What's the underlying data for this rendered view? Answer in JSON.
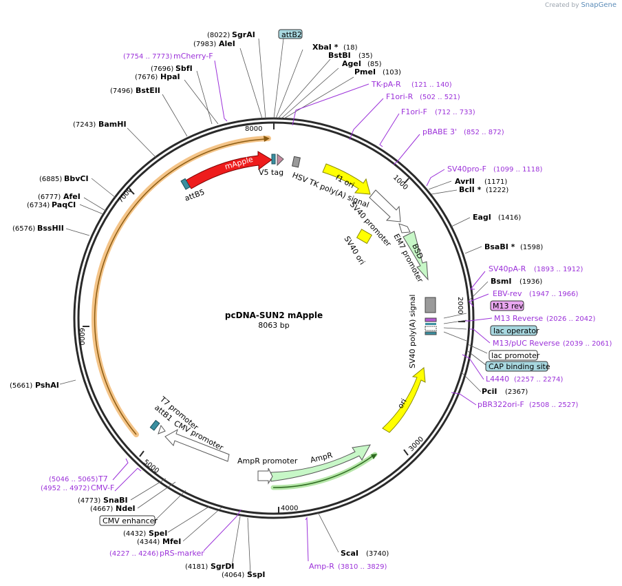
{
  "brand": {
    "prefix": "Created by",
    "name": "SnapGene"
  },
  "plasmid": {
    "name": "pcDNA-SUN2 mApple",
    "length": "8063 bp"
  },
  "ticks": [
    "1000",
    "2000",
    "3000",
    "4000",
    "5000",
    "6000",
    "7000",
    "8000"
  ],
  "sites": [
    {
      "id": "sgrai",
      "pos": "(8022)",
      "name": "SgrAI"
    },
    {
      "id": "alei",
      "pos": "(7983)",
      "name": "AleI"
    },
    {
      "id": "xbai",
      "pos": "(18)",
      "name": "XbaI *"
    },
    {
      "id": "bstbi",
      "pos": "(35)",
      "name": "BstBI"
    },
    {
      "id": "agei",
      "pos": "(85)",
      "name": "AgeI"
    },
    {
      "id": "pmei",
      "pos": "(103)",
      "name": "PmeI"
    },
    {
      "id": "sbfi",
      "pos": "(7696)",
      "name": "SbfI"
    },
    {
      "id": "hpai",
      "pos": "(7676)",
      "name": "HpaI"
    },
    {
      "id": "bsteii",
      "pos": "(7496)",
      "name": "BstEII"
    },
    {
      "id": "bamhi",
      "pos": "(7243)",
      "name": "BamHI"
    },
    {
      "id": "bbvci",
      "pos": "(6885)",
      "name": "BbvCI"
    },
    {
      "id": "afei",
      "pos": "(6777)",
      "name": "AfeI"
    },
    {
      "id": "paqci",
      "pos": "(6734)",
      "name": "PaqCI"
    },
    {
      "id": "bsshii",
      "pos": "(6576)",
      "name": "BssHII"
    },
    {
      "id": "pshai",
      "pos": "(5661)",
      "name": "PshAI"
    },
    {
      "id": "avrii",
      "pos": "(1171)",
      "name": "AvrII"
    },
    {
      "id": "bcli",
      "pos": "(1222)",
      "name": "BclI *"
    },
    {
      "id": "eagi",
      "pos": "(1416)",
      "name": "EagI"
    },
    {
      "id": "bsabi",
      "pos": "(1598)",
      "name": "BsaBI *"
    },
    {
      "id": "bsmi",
      "pos": "(1936)",
      "name": "BsmI"
    },
    {
      "id": "pcii",
      "pos": "(2367)",
      "name": "PciI"
    },
    {
      "id": "snabi",
      "pos": "(4773)",
      "name": "SnaBI"
    },
    {
      "id": "ndei",
      "pos": "(4667)",
      "name": "NdeI"
    },
    {
      "id": "spei",
      "pos": "(4432)",
      "name": "SpeI"
    },
    {
      "id": "mfei",
      "pos": "(4344)",
      "name": "MfeI"
    },
    {
      "id": "sgrdi",
      "pos": "(4181)",
      "name": "SgrDI"
    },
    {
      "id": "sspi",
      "pos": "(4064)",
      "name": "SspI"
    },
    {
      "id": "scai",
      "pos": "(3740)",
      "name": "ScaI"
    }
  ],
  "primers": [
    {
      "id": "mcherry-f",
      "pos": "(7754 .. 7773)",
      "name": "mCherry-F"
    },
    {
      "id": "tk-pa-r",
      "pos": "(121 .. 140)",
      "name": "TK-pA-R"
    },
    {
      "id": "f1ori-r",
      "pos": "(502 .. 521)",
      "name": "F1ori-R"
    },
    {
      "id": "f1ori-f",
      "pos": "(712 .. 733)",
      "name": "F1ori-F"
    },
    {
      "id": "pbabe3",
      "pos": "(852 .. 872)",
      "name": "pBABE 3'"
    },
    {
      "id": "sv40pro-f",
      "pos": "(1099 .. 1118)",
      "name": "SV40pro-F"
    },
    {
      "id": "sv40pa-r",
      "pos": "(1893 .. 1912)",
      "name": "SV40pA-R"
    },
    {
      "id": "ebv-rev",
      "pos": "(1947 .. 1966)",
      "name": "EBV-rev"
    },
    {
      "id": "m13-reverse",
      "pos": "(2026 .. 2042)",
      "name": "M13 Reverse"
    },
    {
      "id": "m13puc-reverse",
      "pos": "(2039 .. 2061)",
      "name": "M13/pUC Reverse"
    },
    {
      "id": "l4440",
      "pos": "(2257 .. 2274)",
      "name": "L4440"
    },
    {
      "id": "pbr322ori-f",
      "pos": "(2508 .. 2527)",
      "name": "pBR322ori-F"
    },
    {
      "id": "t7",
      "pos": "(5046 .. 5065)",
      "name": "T7"
    },
    {
      "id": "cmv-f",
      "pos": "(4952 .. 4972)",
      "name": "CMV-F"
    },
    {
      "id": "prs-marker",
      "pos": "(4227 .. 4246)",
      "name": "pRS-marker"
    },
    {
      "id": "amp-r",
      "pos": "(3810 .. 3829)",
      "name": "Amp-R"
    }
  ],
  "boxes": {
    "attb2": "attB2",
    "m13rev": "M13 rev",
    "lacop": "lac operator",
    "lacprom": "lac promoter",
    "cap": "CAP binding site",
    "cmvenh": "CMV enhancer"
  },
  "features": {
    "mapple": "mApple",
    "attb5": "attB5",
    "v5tag": "V5 tag",
    "hsvtk": "HSV TK poly(A) signal",
    "f1ori": "f1 ori",
    "sv40prom": "SV40 promoter",
    "sv40ori": "SV40 ori",
    "em7": "EM7 promoter",
    "bsd": "BSD",
    "sv40pa": "SV40 poly(A) signal",
    "ori": "ori",
    "ampr": "AmpR",
    "amprprom": "AmpR promoter",
    "t7prom": "T7 promoter",
    "attb1": "attB1",
    "cmvprom": "CMV promoter"
  },
  "colors": {
    "mapple": "#ee1c1c",
    "f1ori": "#ffff00",
    "ori": "#ffff00",
    "sv40ori": "#ffff00",
    "bsd": "#c7f7c7",
    "ampr": "#c7f7c7",
    "primer": "#9b30d9",
    "orf": "#f0b060",
    "attb": "#3a8fa0",
    "boxblue": "#a8d8e0",
    "boxpink": "#e9a7f0"
  }
}
